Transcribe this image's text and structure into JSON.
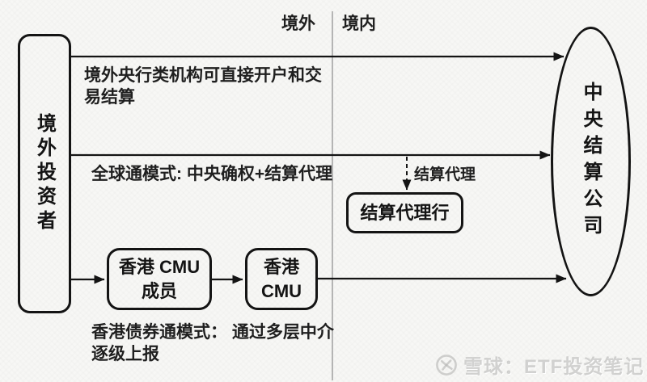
{
  "diagram": {
    "zones": {
      "offshore_label": "境外",
      "onshore_label": "境内"
    },
    "investor_box": {
      "label": "境外投资者"
    },
    "ccdc_ellipse": {
      "label": "中央结算公司"
    },
    "notes": {
      "direct_mode_line1": "境外央行类机构可直接开户和交",
      "direct_mode_line2": "易结算",
      "global_mode": "全球通模式: 中央确权+结算代理",
      "bond_connect_line1": "香港债券通模式： 通过多层中介",
      "bond_connect_line2": "逐级上报"
    },
    "labels": {
      "settlement_agent_arrow": "结算代理"
    },
    "boxes": {
      "cmu_member": {
        "line1": "香港 CMU",
        "line2": "成员"
      },
      "cmu": {
        "line1": "香港",
        "line2": "CMU"
      },
      "settlement_agent_bank": {
        "label": "结算代理行"
      }
    },
    "watermark": {
      "text": "雪球：ETF投资笔记"
    },
    "colors": {
      "line": "#141414",
      "divider": "#9a9a9a",
      "background": "#f7f7f5",
      "watermark_gray": "#b4b4b2"
    }
  }
}
